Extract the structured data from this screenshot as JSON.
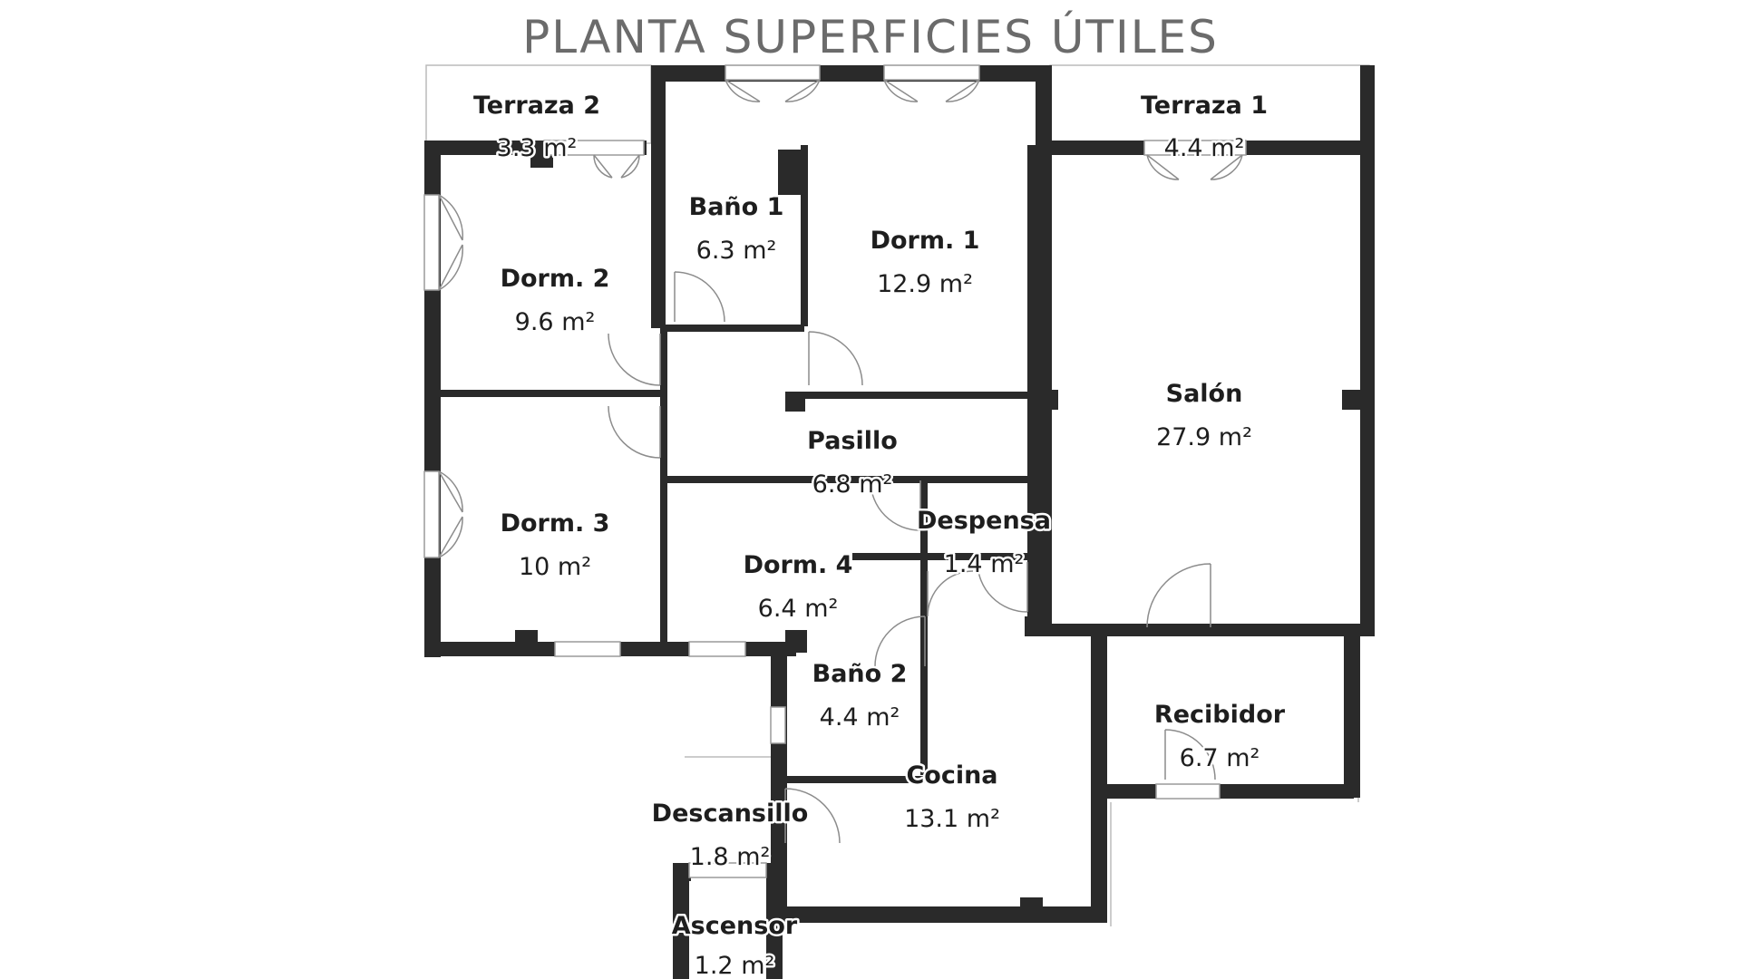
{
  "title": "PLANTA SUPERFICIES ÚTILES",
  "rooms": {
    "terraza2": {
      "name": "Terraza 2",
      "area": "3.3 m²"
    },
    "terraza1": {
      "name": "Terraza 1",
      "area": "4.4 m²"
    },
    "bano1": {
      "name": "Baño 1",
      "area": "6.3 m²"
    },
    "dorm1": {
      "name": "Dorm. 1",
      "area": "12.9 m²"
    },
    "dorm2": {
      "name": "Dorm. 2",
      "area": "9.6 m²"
    },
    "salon": {
      "name": "Salón",
      "area": "27.9 m²"
    },
    "pasillo": {
      "name": "Pasillo",
      "area": "6.8 m²"
    },
    "dorm3": {
      "name": "Dorm. 3",
      "area": "10 m²"
    },
    "despensa": {
      "name": "Despensa",
      "area": "1.4 m²"
    },
    "dorm4": {
      "name": "Dorm. 4",
      "area": "6.4 m²"
    },
    "bano2": {
      "name": "Baño 2",
      "area": "4.4 m²"
    },
    "recibidor": {
      "name": "Recibidor",
      "area": "6.7 m²"
    },
    "cocina": {
      "name": "Cocina",
      "area": "13.1 m²"
    },
    "descansillo": {
      "name": "Descansillo",
      "area": "1.8 m²"
    },
    "ascensor": {
      "name": "Ascensor",
      "area": "1.2 m²"
    }
  }
}
